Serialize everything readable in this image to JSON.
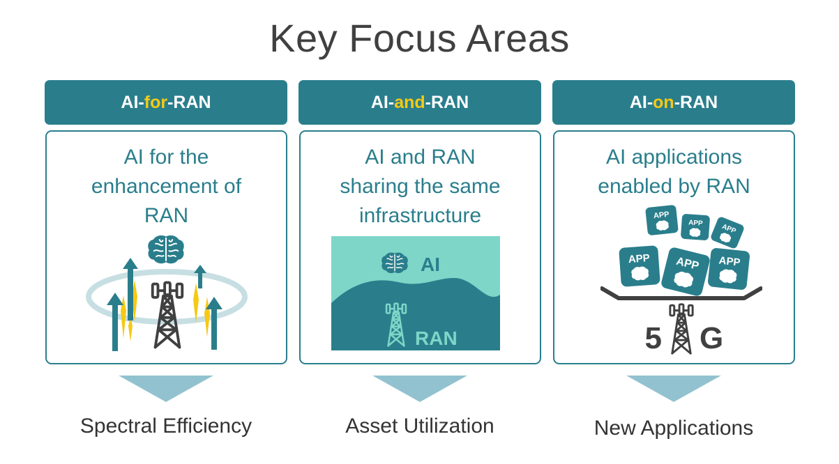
{
  "title": "Key Focus Areas",
  "colors": {
    "teal": "#2a7e8c",
    "accent_yellow": "#f6c913",
    "arrow_blue": "#92c2cf",
    "light_teal": "#7dd6c7"
  },
  "columns": [
    {
      "header": {
        "pre": "AI-",
        "accent": "for",
        "post": "-RAN"
      },
      "description": [
        "AI for the",
        "enhancement of",
        "RAN"
      ],
      "illustration_icons": [
        "brain-icon",
        "cell-tower-icon",
        "up-arrow-icons",
        "signal-ring"
      ],
      "outcome": "Spectral Efficiency"
    },
    {
      "header": {
        "pre": "AI-",
        "accent": "and",
        "post": "-RAN"
      },
      "description": [
        "AI and RAN",
        "sharing the same",
        "infrastructure"
      ],
      "illustration_icons": [
        "brain-icon",
        "cell-tower-icon",
        "hills-landscape"
      ],
      "illustration_labels": {
        "ai": "AI",
        "ran": "RAN"
      },
      "outcome": "Asset Utilization"
    },
    {
      "header": {
        "pre": "AI-",
        "accent": "on",
        "post": "-RAN"
      },
      "description": [
        "AI applications",
        "enabled by RAN",
        ""
      ],
      "illustration_icons": [
        "app-icons",
        "tray-icon",
        "cell-tower-icon"
      ],
      "illustration_labels": {
        "app": "APP",
        "five": "5",
        "g": "G"
      },
      "outcome": "New Applications"
    }
  ]
}
